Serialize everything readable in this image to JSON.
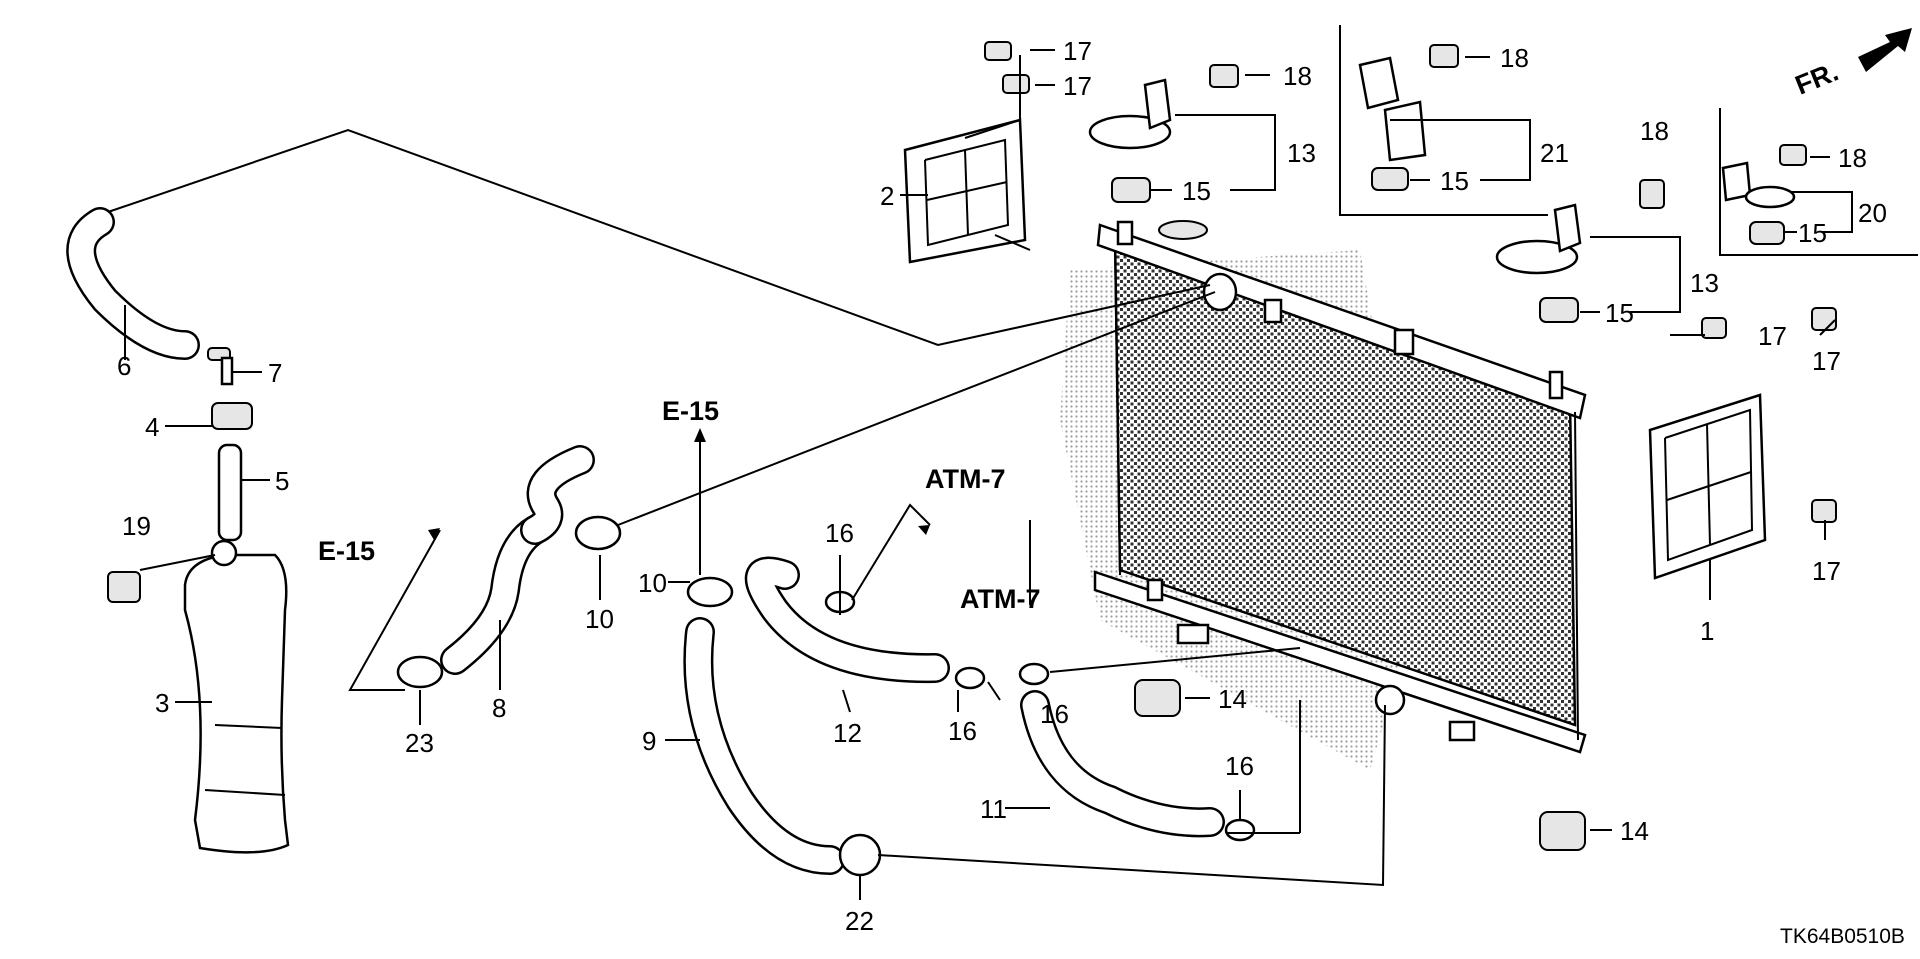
{
  "diagram": {
    "drawing_code": "TK64B0510B",
    "front_label": "FR.",
    "references": [
      {
        "id": "e15-top",
        "text": "E-15"
      },
      {
        "id": "e15-left",
        "text": "E-15"
      },
      {
        "id": "atm7-top",
        "text": "ATM-7"
      },
      {
        "id": "atm7-mid",
        "text": "ATM-7"
      }
    ],
    "callouts": [
      {
        "id": "c17a",
        "text": "17"
      },
      {
        "id": "c17b",
        "text": "17"
      },
      {
        "id": "c18a",
        "text": "18"
      },
      {
        "id": "c18b",
        "text": "18"
      },
      {
        "id": "c18c",
        "text": "18"
      },
      {
        "id": "c18d",
        "text": "18"
      },
      {
        "id": "c13a",
        "text": "13"
      },
      {
        "id": "c13b",
        "text": "13"
      },
      {
        "id": "c15a",
        "text": "15"
      },
      {
        "id": "c15b",
        "text": "15"
      },
      {
        "id": "c15c",
        "text": "15"
      },
      {
        "id": "c15d",
        "text": "15"
      },
      {
        "id": "c21",
        "text": "21"
      },
      {
        "id": "c20",
        "text": "20"
      },
      {
        "id": "c2",
        "text": "2"
      },
      {
        "id": "c6",
        "text": "6"
      },
      {
        "id": "c7",
        "text": "7"
      },
      {
        "id": "c4",
        "text": "4"
      },
      {
        "id": "c5",
        "text": "5"
      },
      {
        "id": "c19",
        "text": "19"
      },
      {
        "id": "c3",
        "text": "3"
      },
      {
        "id": "c23",
        "text": "23"
      },
      {
        "id": "c8",
        "text": "8"
      },
      {
        "id": "c10a",
        "text": "10"
      },
      {
        "id": "c10b",
        "text": "10"
      },
      {
        "id": "c9",
        "text": "9"
      },
      {
        "id": "c16a",
        "text": "16"
      },
      {
        "id": "c16b",
        "text": "16"
      },
      {
        "id": "c16c",
        "text": "16"
      },
      {
        "id": "c16d",
        "text": "16"
      },
      {
        "id": "c12",
        "text": "12"
      },
      {
        "id": "c11",
        "text": "11"
      },
      {
        "id": "c22",
        "text": "22"
      },
      {
        "id": "c14a",
        "text": "14"
      },
      {
        "id": "c14b",
        "text": "14"
      },
      {
        "id": "c17c",
        "text": "17"
      },
      {
        "id": "c17d",
        "text": "17"
      },
      {
        "id": "c17e",
        "text": "17"
      },
      {
        "id": "c1",
        "text": "1"
      }
    ]
  }
}
